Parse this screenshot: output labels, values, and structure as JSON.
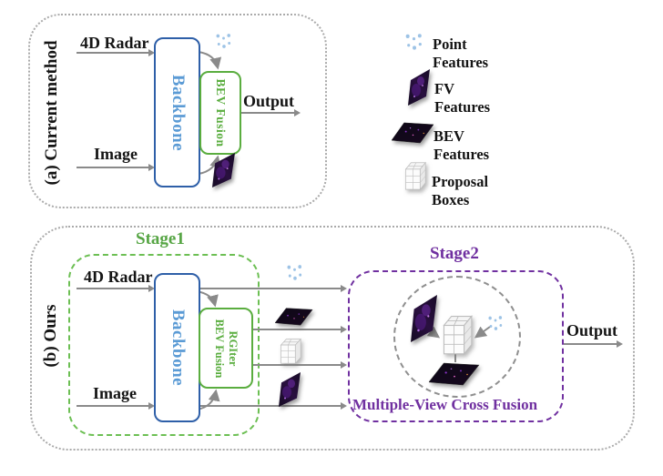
{
  "figure": {
    "type": "architecture-comparison-diagram"
  },
  "colors": {
    "backbone_border_blue": "#2e5fa8",
    "backbone_text_blue": "#5b9bd5",
    "fusion_green": "#5aad3f",
    "stage1_green": "#56a544",
    "stage2_purple": "#7030a0",
    "arrow_gray": "#8a8a8a",
    "point_feature_blue": "#9dc3e6"
  },
  "panel_a": {
    "title": "(a) Current method",
    "input_radar": "4D Radar",
    "input_image": "Image",
    "backbone": "Backbone",
    "fusion": "BEV Fusion",
    "output": "Output"
  },
  "legend": {
    "items": [
      {
        "label": "Point Features",
        "icon": "point-features-icon"
      },
      {
        "label": "FV Features",
        "icon": "fv-features-icon"
      },
      {
        "label": "BEV Features",
        "icon": "bev-features-icon"
      },
      {
        "label": "Proposal Boxes",
        "icon": "proposal-boxes-icon"
      }
    ]
  },
  "panel_b": {
    "title": "(b) Ours",
    "stage1_label": "Stage1",
    "stage2_label": "Stage2",
    "input_radar": "4D Radar",
    "input_image": "Image",
    "backbone": "Backbone",
    "fusion_line1": "RGIter",
    "fusion_line2": "BEV Fusion",
    "cross_fusion_label": "Multiple-View Cross Fusion",
    "output": "Output"
  }
}
